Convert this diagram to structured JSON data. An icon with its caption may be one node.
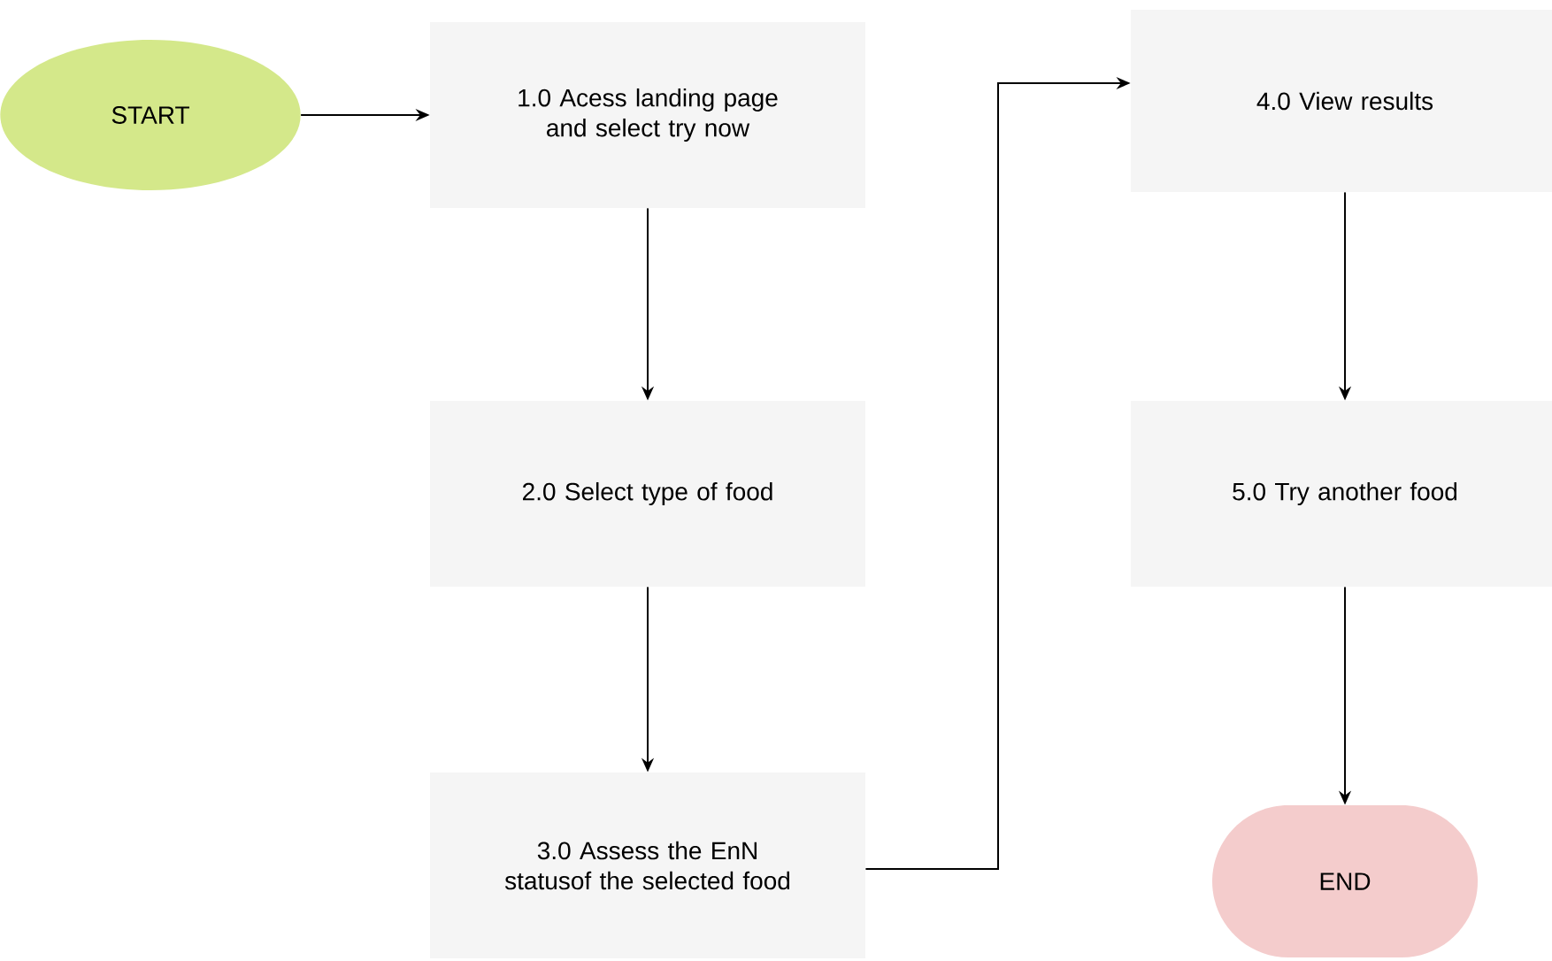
{
  "diagram": {
    "nodes": [
      {
        "text": [
          "START"
        ]
      },
      {
        "text": [
          "1.0 Acess landing page and select try now"
        ]
      },
      {
        "text": [
          "2.0 Select type of food"
        ]
      },
      {
        "text": [
          "3.0 Assess the EnN statusof the selected food"
        ]
      },
      {
        "text": [
          "4.0 View results"
        ]
      },
      {
        "text": [
          "5.0 Try another food"
        ]
      },
      {
        "text": [
          "END"
        ]
      }
    ],
    "edges": [
      {
        "from": 0,
        "to": 1,
        "arrow": "to"
      },
      {
        "from": 1,
        "to": 2,
        "arrow": "to"
      },
      {
        "from": 2,
        "to": 3,
        "arrow": "to"
      },
      {
        "from": 3,
        "to": 4,
        "arrow": "to"
      },
      {
        "from": 4,
        "to": 5,
        "arrow": "to"
      },
      {
        "from": 5,
        "to": 6,
        "arrow": "to"
      }
    ]
  }
}
